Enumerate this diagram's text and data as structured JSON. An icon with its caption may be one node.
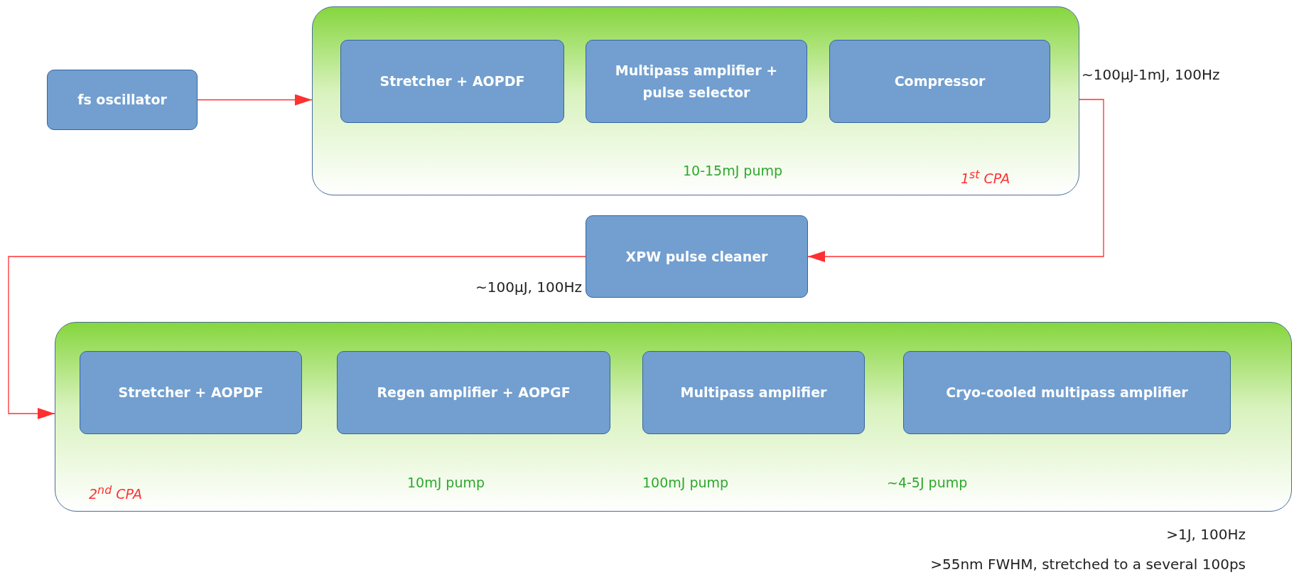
{
  "diagram": {
    "nodes": [
      {
        "text": [
          "fs oscillator"
        ]
      },
      {
        "text": [
          "10-15mJ pump",
          "1$^{st}$ CPA"
        ]
      },
      {
        "text": [
          "Stretcher + AOPDF"
        ],
        "in": 1
      },
      {
        "text": [
          "Multipass amplifier + pulse selector"
        ],
        "in": 1
      },
      {
        "text": [
          "Compressor"
        ],
        "in": 1
      },
      {
        "text": [
          "XPW pulse cleaner"
        ],
        "beside": [
          "∼100µJ, 100Hz"
        ]
      },
      {
        "text": [
          "10mJ pump",
          "100mJ pump",
          "∼4-5J pump",
          "2$^{nd}$ CPA"
        ]
      },
      {
        "text": [
          "Stretcher + AOPDF"
        ],
        "in": 6
      },
      {
        "text": [
          "Regen amplifier + AOPGF"
        ],
        "in": 6
      },
      {
        "text": [
          "Multipass amplifier"
        ],
        "in": 6
      },
      {
        "text": [
          "Cryo-cooled multipass amplifier"
        ],
        "in": 6
      }
    ],
    "edges": [
      {
        "from": 0,
        "to": 1,
        "arrow": "to"
      },
      {
        "from": 1,
        "to": 5,
        "arrow": "to"
      },
      {
        "from": 5,
        "to": 6,
        "arrow": "to"
      }
    ],
    "labels": [
      "∼100µJ-1mJ, 100Hz",
      ">1J, 100Hz",
      ">55nm FWHM, stretched to a several 100ps"
    ]
  }
}
